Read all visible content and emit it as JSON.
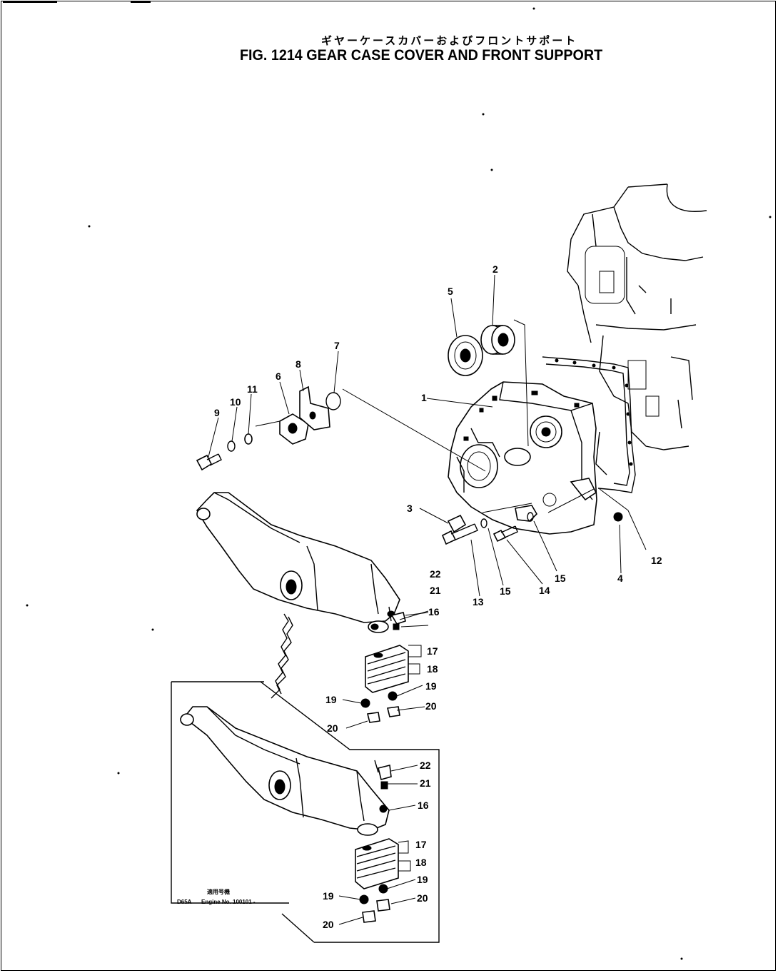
{
  "title_jp": "ギヤーケースカバーおよびフロントサポート",
  "title_en": "FIG. 1214  GEAR CASE COVER AND FRONT SUPPORT",
  "note": {
    "jp": "適用号機",
    "model": "D65A",
    "engine": "Engine  No. 100101  -"
  },
  "callouts": {
    "c1": "1",
    "c2": "2",
    "c3": "3",
    "c4": "4",
    "c5": "5",
    "c6": "6",
    "c7": "7",
    "c8": "8",
    "c9": "9",
    "c10": "10",
    "c11": "11",
    "c12": "12",
    "c13": "13",
    "c14": "14",
    "c15a": "15",
    "c15b": "15",
    "c16a": "16",
    "c17a": "17",
    "c18a": "18",
    "c19a": "19",
    "c19b": "19",
    "c20a": "20",
    "c20b": "20",
    "c21a": "21",
    "c22a": "22",
    "c16b": "16",
    "c17b": "17",
    "c18b": "18",
    "c19c": "19",
    "c19d": "19",
    "c20c": "20",
    "c20d": "20",
    "c21b": "21",
    "c22b": "22"
  }
}
